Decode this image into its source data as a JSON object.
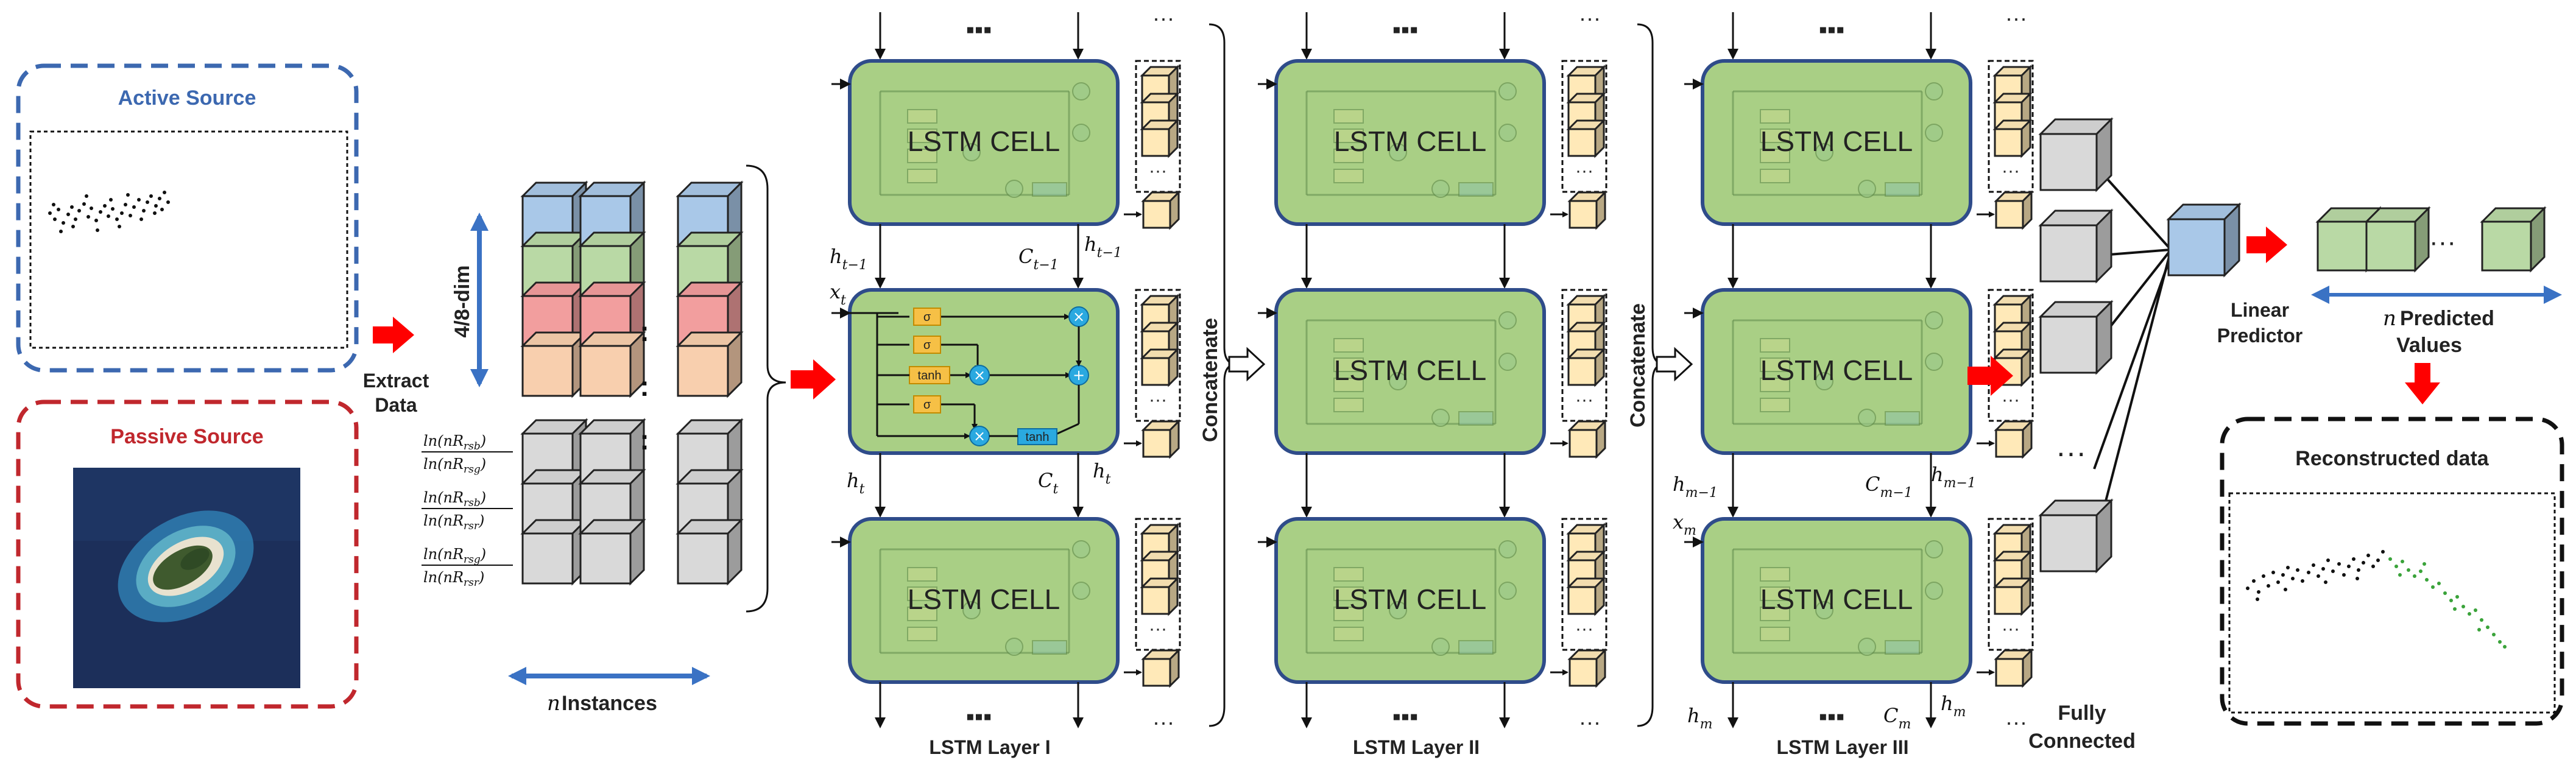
{
  "sources": {
    "active_title": "Active Source",
    "passive_title": "Passive Source",
    "extract_line1": "Extract",
    "extract_line2": "Data"
  },
  "features": {
    "dim_label": "4/8-dim",
    "instances_label": "Instances",
    "n_symbol": "n",
    "ellipsis_dot": ":",
    "ratio1_num": "ln(nR",
    "ratio1_num_sub": "rsb",
    "ratio1_den": "ln(nR",
    "ratio1_den_sub": "rsg",
    "ratio2_num": "ln(nR",
    "ratio2_num_sub": "rsb",
    "ratio2_den": "ln(nR",
    "ratio2_den_sub": "rsr",
    "ratio3_num": "ln(nR",
    "ratio3_num_sub": "rsg",
    "ratio3_den": "ln(nR",
    "ratio3_den_sub": "rsr",
    "close_paren": ")"
  },
  "lstm": {
    "cell_label": "LSTM CELL",
    "layer1_label": "LSTM Layer I",
    "layer2_label": "LSTM Layer II",
    "layer3_label": "LSTM Layer III",
    "concatenate_label": "Concatenate",
    "dots": "▪▪▪",
    "small_dots": "···",
    "gate_sigma": "σ",
    "gate_tanh": "tanh",
    "op_mul": "×",
    "op_add": "+",
    "h": "h",
    "c": "C",
    "x": "x",
    "sub_t_minus_1": "t−1",
    "sub_t": "t",
    "sub_m_minus_1": "m−1",
    "sub_m": "m"
  },
  "output": {
    "linear_predictor_line1": "Linear",
    "linear_predictor_line2": "Predictor",
    "fully_connected_line1": "Fully",
    "fully_connected_line2": "Connected",
    "predicted_line1": "Predicted",
    "predicted_line2": "Values",
    "n_symbol": "n",
    "reconstructed_title": "Reconstructed data",
    "dots": "···"
  },
  "colors": {
    "active_blue": "#3c68b0",
    "passive_red": "#c0272d",
    "cell_green": "#a9cf85",
    "cell_border": "#2f4c8a",
    "arrow_red": "#ff0000",
    "cube_blue": "#a9c8e8",
    "cube_green": "#b9d9a5",
    "cube_red": "#f29e9e",
    "cube_peach": "#f8cfae",
    "cube_gray": "#d9d9d9",
    "cube_yellow": "#ffe9b8",
    "gate_orange": "#f6c046",
    "gate_blue": "#2aa9e0"
  }
}
